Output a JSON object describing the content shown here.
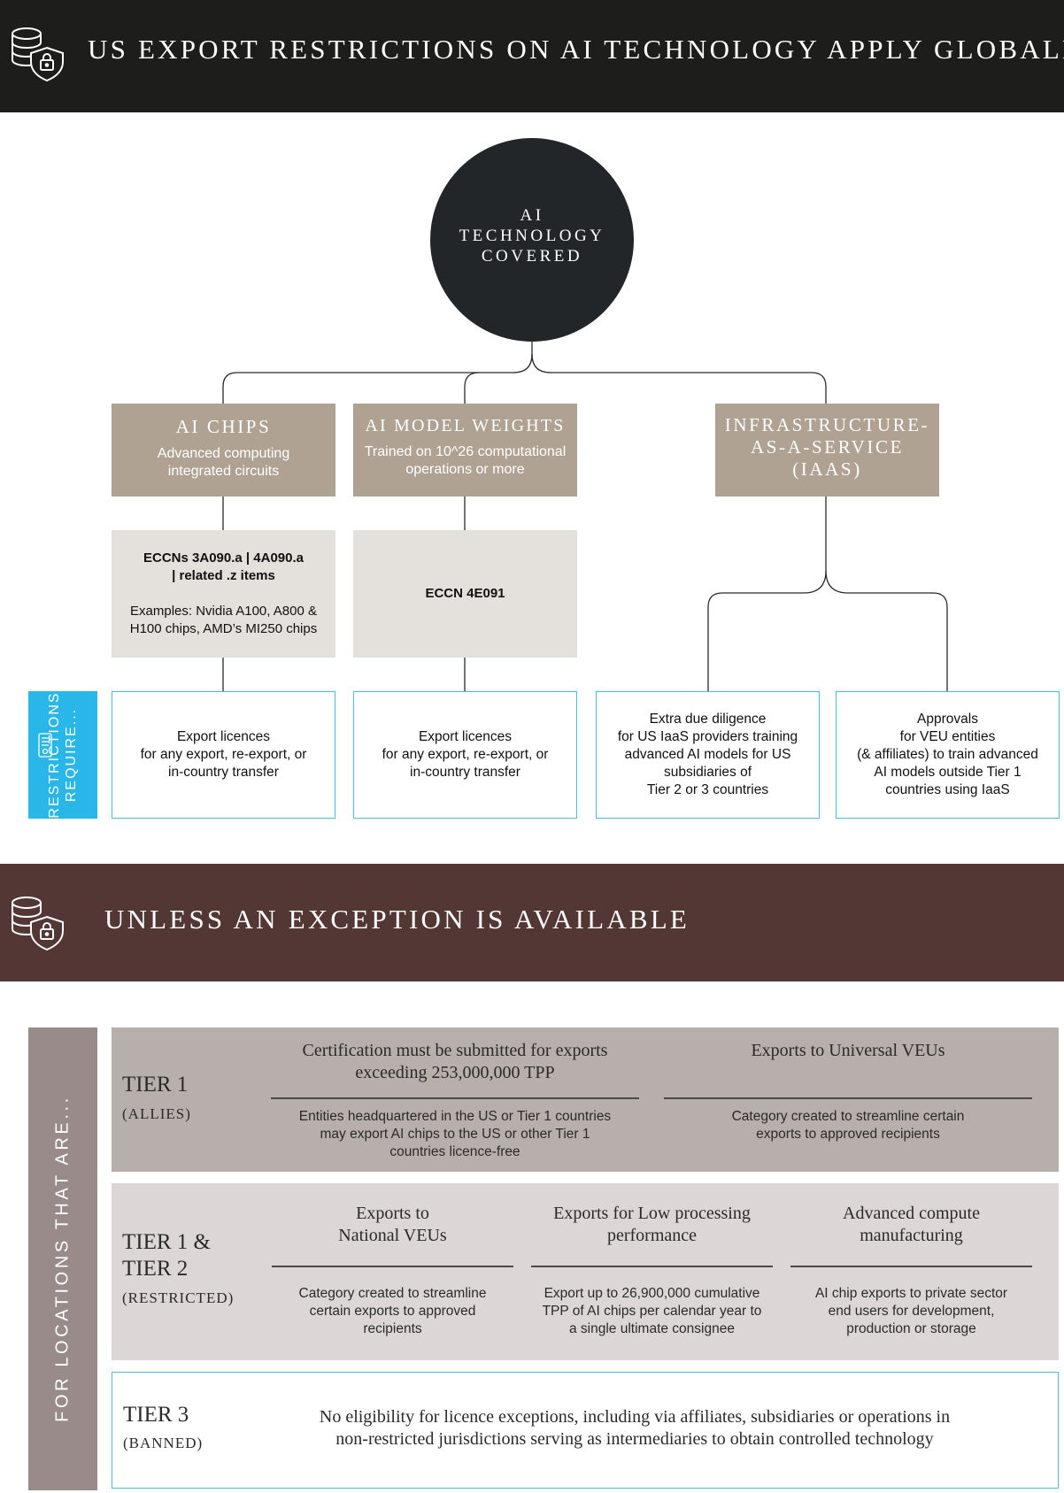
{
  "header": {
    "title": "US EXPORT RESTRICTIONS ON AI TECHNOLOGY APPLY GLOBALLY",
    "icon": "database-shield-lock-icon"
  },
  "root": {
    "line1": "AI",
    "line2": "TECHNOLOGY",
    "line3": "COVERED"
  },
  "categories": [
    {
      "title": "AI CHIPS",
      "subtitle_line1": "Advanced computing",
      "subtitle_line2": "integrated circuits",
      "eccn_bold_line1": "ECCNs 3A090.a | 4A090.a",
      "eccn_bold_line2": "| related .z items",
      "eccn_examples_line1": "Examples: Nvidia A100, A800 &",
      "eccn_examples_line2": "H100 chips, AMD’s MI250 chips",
      "requirement_line1": "Export licences",
      "requirement_line2": "for any export, re-export, or",
      "requirement_line3": "in-country transfer"
    },
    {
      "title": "AI MODEL WEIGHTS",
      "subtitle_line1": "Trained on 10^26 computational",
      "subtitle_line2": "operations or more",
      "eccn_bold_line1": "ECCN 4E091",
      "requirement_line1": "Export licences",
      "requirement_line2": "for any export, re-export, or",
      "requirement_line3": "in-country transfer"
    },
    {
      "title_line1": "INFRASTRUCTURE-",
      "title_line2": "AS-A-SERVICE",
      "title_line3": "(IAAS)",
      "requirements": [
        {
          "line1": "Extra due diligence",
          "line2": "for US IaaS providers training",
          "line3": "advanced AI models for US",
          "line4": "subsidiaries of",
          "line5": "Tier 2 or 3 countries"
        },
        {
          "line1": "Approvals",
          "line2": "for VEU entities",
          "line3": "(& affiliates) to train advanced",
          "line4": "AI models outside Tier 1",
          "line5": "countries using IaaS"
        }
      ]
    }
  ],
  "restrictions_label": {
    "line1": "RESTRICTIONS",
    "line2": "REQUIRE...",
    "icon": "keypad-card-icon"
  },
  "exception_banner": {
    "title": "UNLESS AN EXCEPTION IS AVAILABLE",
    "icon": "database-shield-lock-icon"
  },
  "locations_label": "FOR LOCATIONS THAT ARE...",
  "tiers": [
    {
      "name": "TIER 1",
      "sub": "(ALLIES)",
      "columns": [
        {
          "title_line1": "Certification must be submitted for exports",
          "title_line2": "exceeding 253,000,000 TPP",
          "desc_line1": "Entities headquartered in the US or Tier 1 countries",
          "desc_line2": "may export AI chips to the US or other Tier 1",
          "desc_line3": "countries licence-free"
        },
        {
          "title_line1": "Exports to Universal VEUs",
          "desc_line1": "Category created to streamline certain",
          "desc_line2": "exports to approved recipients"
        }
      ]
    },
    {
      "name_line1": "TIER 1 &",
      "name_line2": "TIER 2",
      "sub": "(RESTRICTED)",
      "columns": [
        {
          "title_line1": "Exports to",
          "title_line2": "National VEUs",
          "desc_line1": "Category created to streamline",
          "desc_line2": "certain exports to approved",
          "desc_line3": "recipients"
        },
        {
          "title_line1": "Exports for Low processing",
          "title_line2": "performance",
          "desc_line1": "Export up to 26,900,000 cumulative",
          "desc_line2": "TPP of AI chips per calendar year to",
          "desc_line3": "a single ultimate consignee"
        },
        {
          "title_line1": "Advanced compute",
          "title_line2": "manufacturing",
          "desc_line1": "AI chip exports to private sector",
          "desc_line2": "end users for development,",
          "desc_line3": "production or storage"
        }
      ]
    },
    {
      "name": "TIER 3",
      "sub": "(BANNED)",
      "text_line1": "No eligibility for licence exceptions, including via affiliates, subsidiaries or operations in",
      "text_line2": "non-restricted jurisdictions serving as intermediaries to obtain controlled technology"
    }
  ],
  "colors": {
    "header_bg": "#1d1d1b",
    "exception_bg": "#533735",
    "circle_bg": "#232629",
    "category_bg": "#afa293",
    "eccn_bg": "#e4e1dd",
    "accent_blue": "#29b6e8",
    "outline_blue": "#49bfd9",
    "tier1_bg": "#b7afac",
    "tier2_bg": "#dcd7d6",
    "locations_bg": "#988b89"
  }
}
